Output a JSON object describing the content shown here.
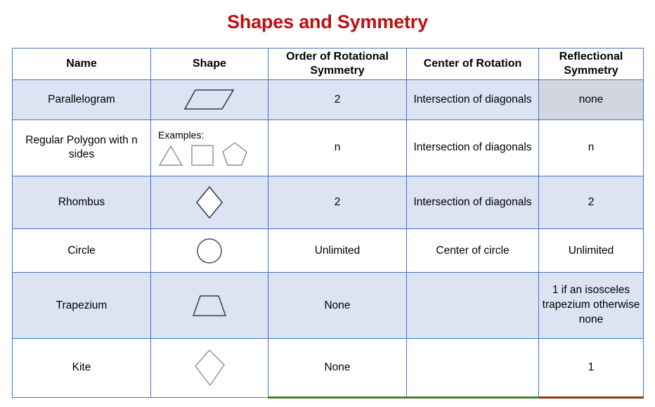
{
  "title": "Shapes and Symmetry",
  "colors": {
    "title": "#BE0E0E",
    "table_border_blue": "#4472C4",
    "highlight_green": "#4E7B2E",
    "highlight_brown": "#843C0C",
    "row_shade_blue": "#DCE3F2",
    "gray_cell": "#D2D7DF"
  },
  "table": {
    "headers": [
      "Name",
      "Shape",
      "Order of Rotational Symmetry",
      "Center of Rotation",
      "Reflectional Symmetry"
    ],
    "rows": [
      {
        "name": "Parallelogram",
        "shape_icon": "parallelogram-shape",
        "shape_caption": "",
        "order": "2",
        "center": "Intersection of diagonals",
        "reflectional": "none"
      },
      {
        "name": "Regular Polygon with n sides",
        "shape_icon": "regular-polygon-examples",
        "shape_caption": "Examples:",
        "order": "n",
        "center": "Intersection of diagonals",
        "reflectional": "n"
      },
      {
        "name": "Rhombus",
        "shape_icon": "rhombus-shape",
        "shape_caption": "",
        "order": "2",
        "center": "Intersection of diagonals",
        "reflectional": "2"
      },
      {
        "name": "Circle",
        "shape_icon": "circle-shape",
        "shape_caption": "",
        "order": "Unlimited",
        "center": "Center of circle",
        "reflectional": "Unlimited"
      },
      {
        "name": "Trapezium",
        "shape_icon": "trapezium-shape",
        "shape_caption": "",
        "order": "None",
        "center": "",
        "reflectional": "1 if an isosceles trapezium otherwise none"
      },
      {
        "name": "Kite",
        "shape_icon": "kite-shape",
        "shape_caption": "",
        "order": "None",
        "center": "",
        "reflectional": "1"
      }
    ]
  }
}
